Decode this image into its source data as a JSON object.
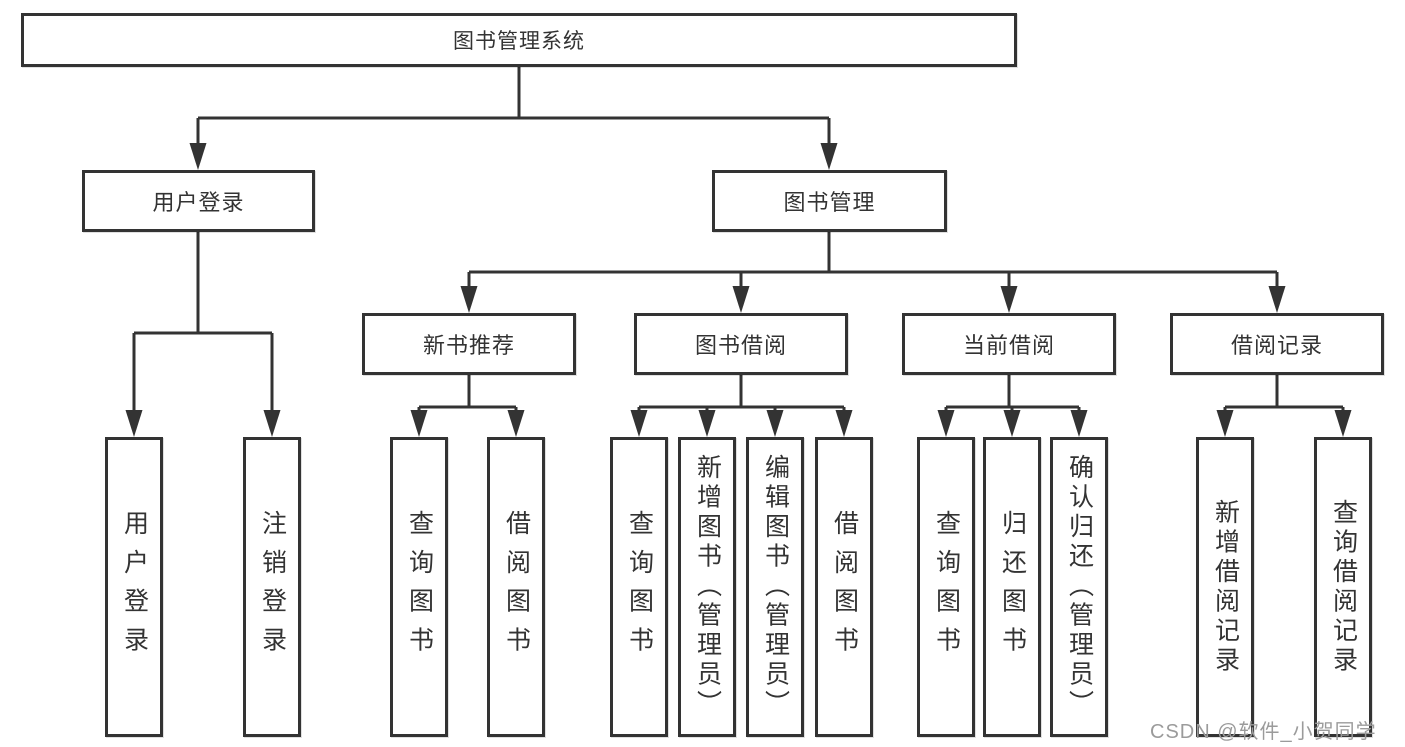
{
  "diagram": {
    "type": "hierarchy-tree",
    "root": {
      "label": "图书管理系统"
    },
    "level2": [
      {
        "label": "用户登录",
        "parent": "图书管理系统"
      },
      {
        "label": "图书管理",
        "parent": "图书管理系统"
      }
    ],
    "level3": [
      {
        "label": "新书推荐",
        "parent": "图书管理"
      },
      {
        "label": "图书借阅",
        "parent": "图书管理"
      },
      {
        "label": "当前借阅",
        "parent": "图书管理"
      },
      {
        "label": "借阅记录",
        "parent": "图书管理"
      }
    ],
    "leaves": [
      {
        "label": "用户登录",
        "parent": "用户登录"
      },
      {
        "label": "注销登录",
        "parent": "用户登录"
      },
      {
        "label": "查询图书",
        "parent": "新书推荐"
      },
      {
        "label": "借阅图书",
        "parent": "新书推荐"
      },
      {
        "label": "查询图书",
        "parent": "图书借阅"
      },
      {
        "label": "新增图书（管理员）",
        "parent": "图书借阅"
      },
      {
        "label": "编辑图书（管理员）",
        "parent": "图书借阅"
      },
      {
        "label": "借阅图书",
        "parent": "图书借阅"
      },
      {
        "label": "查询图书",
        "parent": "当前借阅"
      },
      {
        "label": "归还图书",
        "parent": "当前借阅"
      },
      {
        "label": "确认归还（管理员）",
        "parent": "当前借阅"
      },
      {
        "label": "新增借阅记录",
        "parent": "借阅记录"
      },
      {
        "label": "查询借阅记录",
        "parent": "借阅记录"
      }
    ],
    "watermark": "CSDN @软件_小贺同学",
    "colors": {
      "line": "#333333",
      "text": "#333333",
      "watermark": "#9b9b9b",
      "background": "#ffffff"
    }
  }
}
